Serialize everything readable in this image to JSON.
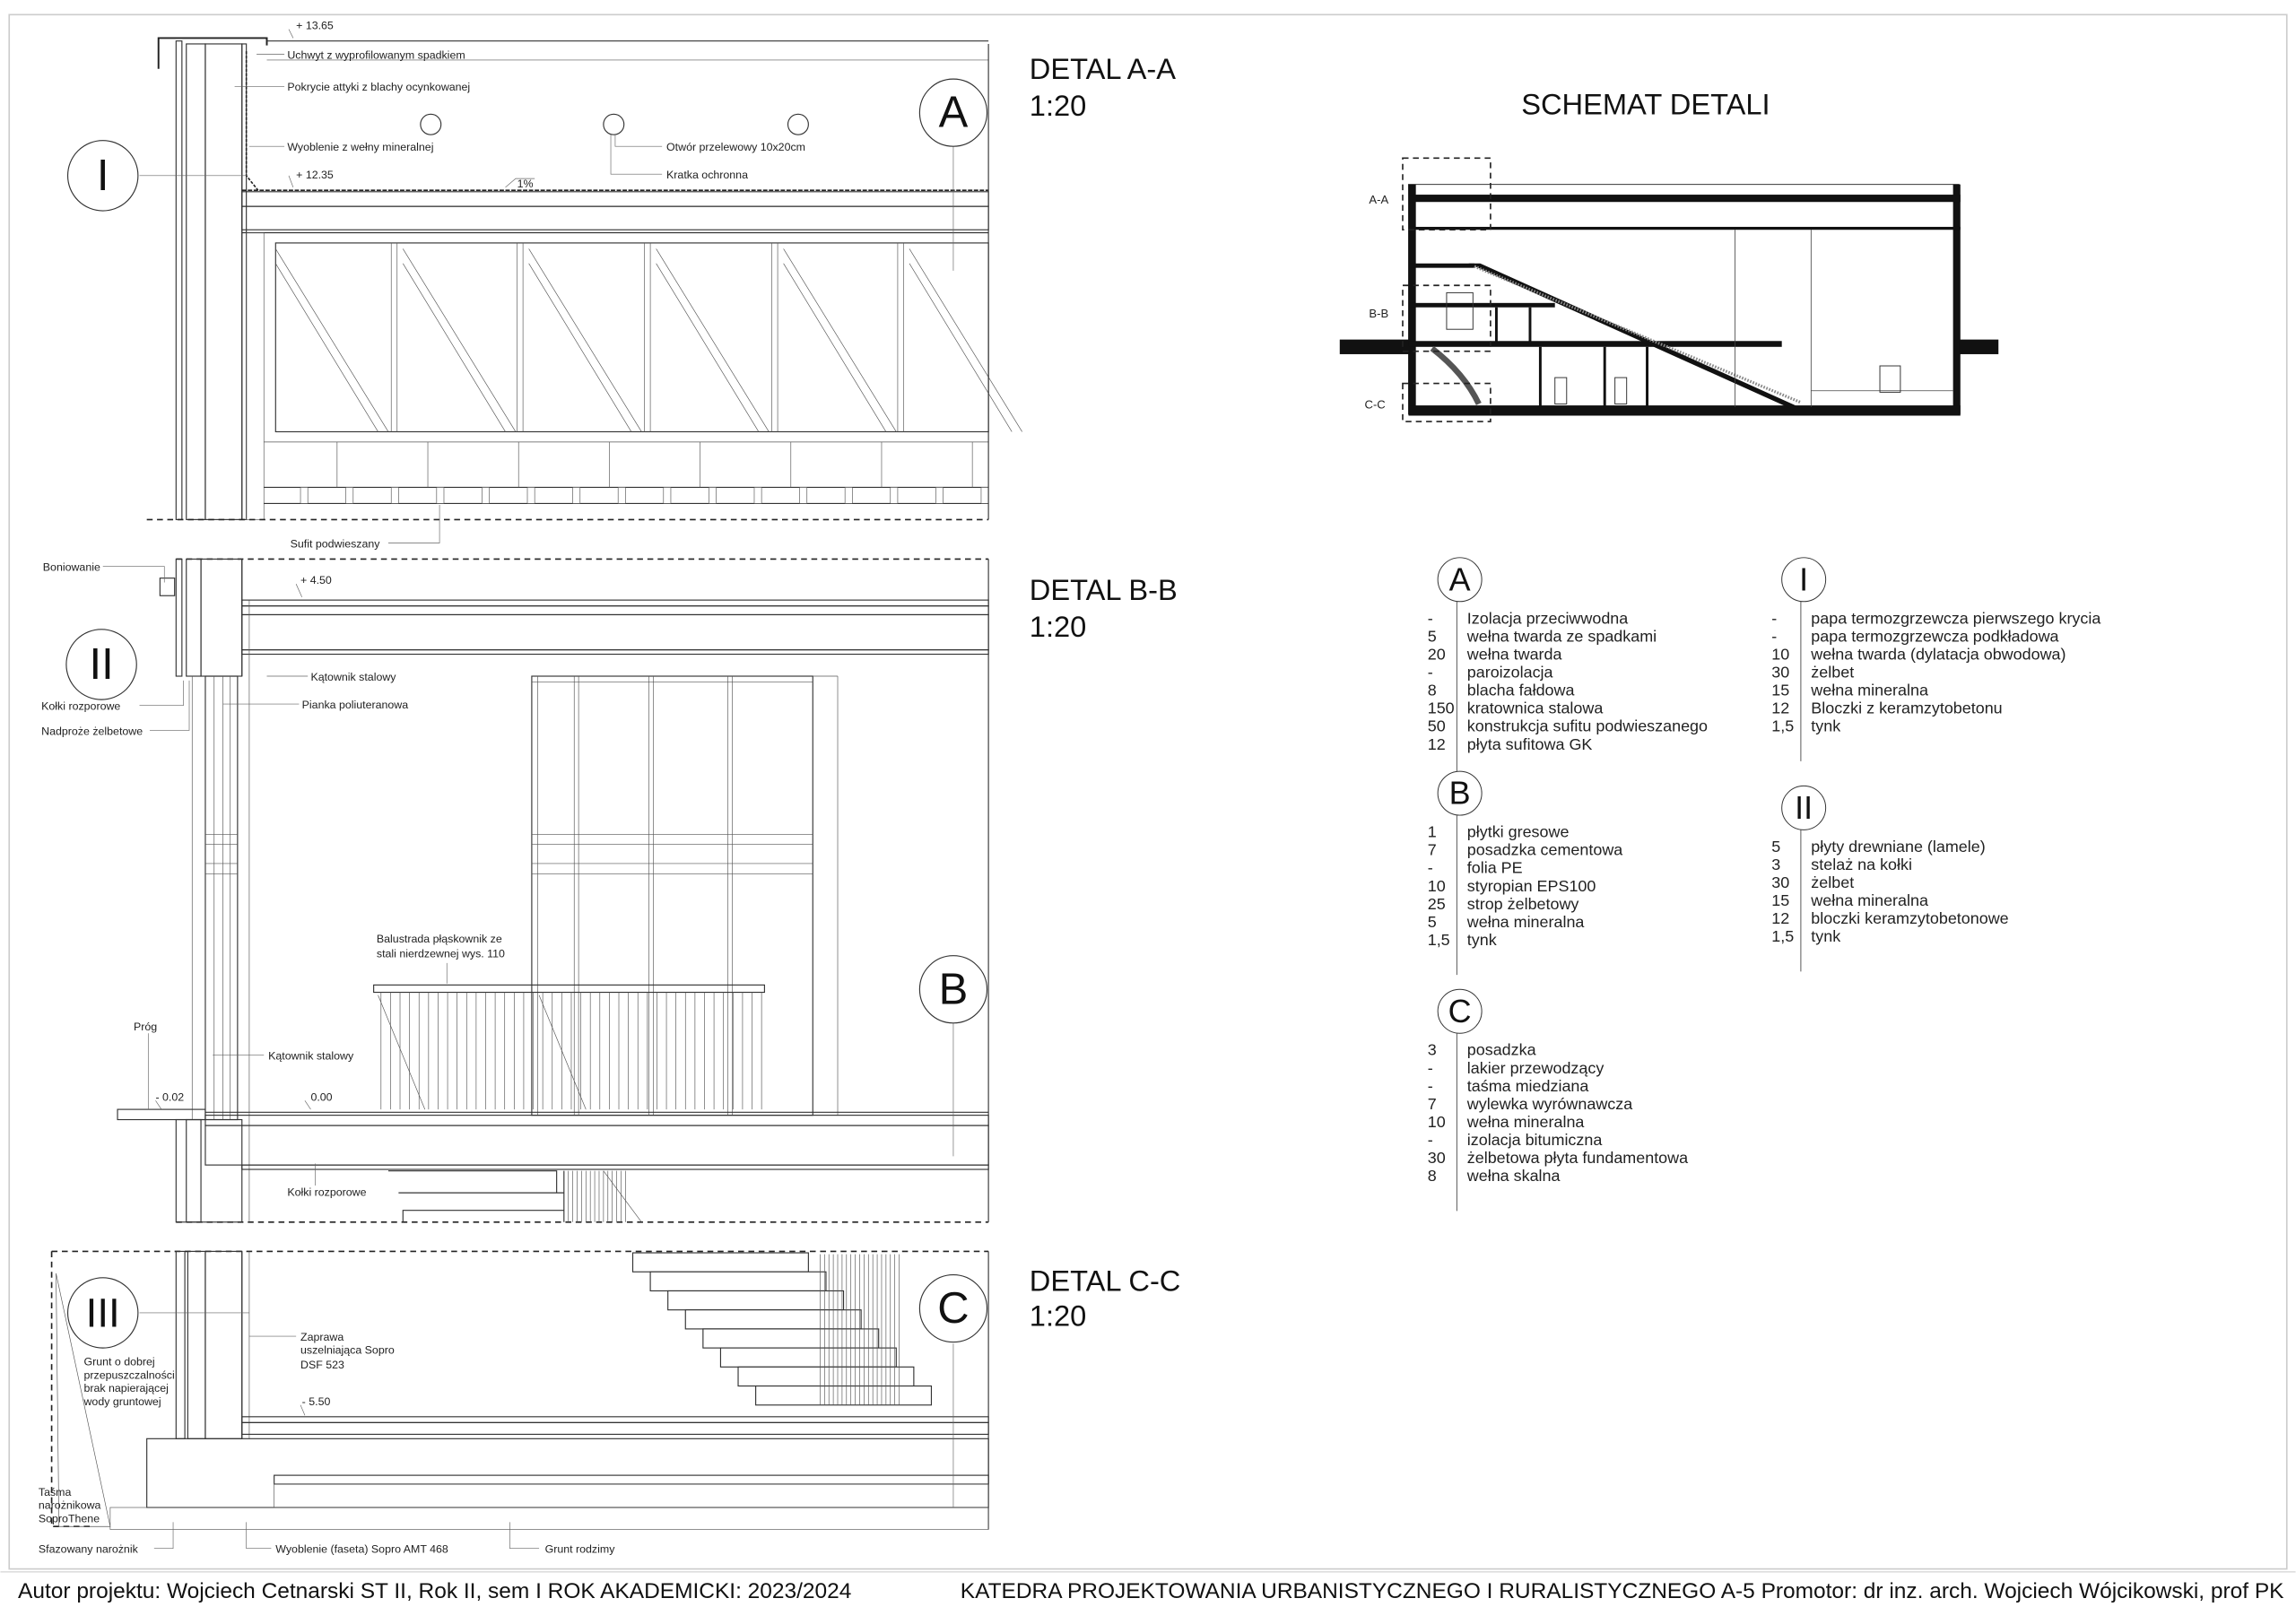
{
  "details": {
    "a": {
      "title": "DETAL A-A",
      "scale": "1:20",
      "marker": "A",
      "node_marker": "I",
      "annotations": {
        "elev_top": "+ 13.65",
        "uchwyt": "Uchwyt z wyprofilowanym spadkiem",
        "pokrycie": "Pokrycie attyki z blachy ocynkowanej",
        "wyoblenie": "Wyoblenie z wełny mineralnej",
        "elev_roof": "+ 12.35",
        "slope": "1%",
        "otwor": "Otwór przelewowy 10x20cm",
        "kratka": "Kratka ochronna",
        "sufit": "Sufit podwieszany"
      }
    },
    "b": {
      "title": "DETAL B-B",
      "scale": "1:20",
      "marker": "B",
      "node_marker": "II",
      "annotations": {
        "boniowanie": "Boniowanie",
        "elev_slab": "+ 4.50",
        "kolki1": "Kołki rozporowe",
        "nadproze": "Nadproże żelbetowe",
        "katownik1": "Kątownik stalowy",
        "pianka": "Pianka poliuteranowa",
        "balustrada_1": "Balustrada płąskownik ze",
        "balustrada_2": "stali nierdzewnej wys. 110",
        "prog": "Próg",
        "katownik2": "Kątownik stalowy",
        "elev_out": "- 0.02",
        "elev_zero": "0.00",
        "kolki2": "Kołki rozporowe"
      }
    },
    "c": {
      "title": "DETAL C-C",
      "scale": "1:20",
      "marker": "C",
      "node_marker": "III",
      "annotations": {
        "grunt_1": "Grunt o dobrej",
        "grunt_2": "przepuszczalności",
        "grunt_3": "brak napierającej",
        "grunt_4": "wody gruntowej",
        "zaprawa_1": "Zaprawa",
        "zaprawa_2": "uszelniająca Sopro",
        "zaprawa_3": "DSF 523",
        "elev_floor": "- 5.50",
        "tasma_1": "Taśma",
        "tasma_2": "narożnikowa",
        "tasma_3": "SoproThene",
        "sfazowany": "Sfazowany narożnik",
        "faseta": "Wyoblenie (faseta) Sopro AMT 468",
        "grunt_rodzimy": "Grunt rodzimy"
      }
    }
  },
  "schema": {
    "title": "SCHEMAT DETALI",
    "labels": [
      "A-A",
      "B-B",
      "C-C"
    ]
  },
  "legends": [
    {
      "marker": "A",
      "rows": [
        {
          "t": "-",
          "name": "Izolacja przeciwwodna"
        },
        {
          "t": "5",
          "name": "wełna twarda ze spadkami"
        },
        {
          "t": "20",
          "name": "wełna twarda"
        },
        {
          "t": "-",
          "name": "paroizolacja"
        },
        {
          "t": "8",
          "name": "blacha fałdowa"
        },
        {
          "t": "150",
          "name": "kratownica stalowa"
        },
        {
          "t": "50",
          "name": "konstrukcja sufitu podwieszanego"
        },
        {
          "t": "12",
          "name": "płyta sufitowa GK"
        }
      ]
    },
    {
      "marker": "I",
      "rows": [
        {
          "t": "-",
          "name": "papa termozgrzewcza pierwszego krycia"
        },
        {
          "t": "-",
          "name": "papa termozgrzewcza podkładowa"
        },
        {
          "t": "10",
          "name": "wełna twarda (dylatacja obwodowa)"
        },
        {
          "t": "30",
          "name": "żelbet"
        },
        {
          "t": "15",
          "name": "wełna mineralna"
        },
        {
          "t": "12",
          "name": "Bloczki z keramzytobetonu"
        },
        {
          "t": "1,5",
          "name": "tynk"
        }
      ]
    },
    {
      "marker": "B",
      "rows": [
        {
          "t": "1",
          "name": "płytki gresowe"
        },
        {
          "t": "7",
          "name": "posadzka cementowa"
        },
        {
          "t": "-",
          "name": "folia PE"
        },
        {
          "t": "10",
          "name": "styropian EPS100"
        },
        {
          "t": "25",
          "name": "strop żelbetowy"
        },
        {
          "t": "5",
          "name": "wełna mineralna"
        },
        {
          "t": "1,5",
          "name": "tynk"
        }
      ]
    },
    {
      "marker": "II",
      "rows": [
        {
          "t": "5",
          "name": "płyty drewniane (lamele)"
        },
        {
          "t": "3",
          "name": "stelaż na kołki"
        },
        {
          "t": "30",
          "name": "żelbet"
        },
        {
          "t": "15",
          "name": "wełna mineralna"
        },
        {
          "t": "12",
          "name": "bloczki keramzytobetonowe"
        },
        {
          "t": "1,5",
          "name": "tynk"
        }
      ]
    },
    {
      "marker": "C",
      "rows": [
        {
          "t": "3",
          "name": "posadzka"
        },
        {
          "t": "-",
          "name": "lakier przewodzący"
        },
        {
          "t": "-",
          "name": "taśma miedziana"
        },
        {
          "t": "7",
          "name": "wylewka wyrównawcza"
        },
        {
          "t": "10",
          "name": "wełna mineralna"
        },
        {
          "t": "-",
          "name": "izolacja bitumiczna"
        },
        {
          "t": "30",
          "name": "żelbetowa płyta fundamentowa"
        },
        {
          "t": "8",
          "name": "wełna skalna"
        }
      ]
    }
  ],
  "footer": {
    "author": "Autor projektu: Wojciech Cetnarski ST II, Rok II, sem I ROK AKADEMICKI: 2023/2024",
    "department": "KATEDRA PROJEKTOWANIA URBANISTYCZNEGO I RURALISTYCZNEGO A-5  Promotor: dr inz. arch. Wojciech Wójcikowski, prof PK"
  }
}
